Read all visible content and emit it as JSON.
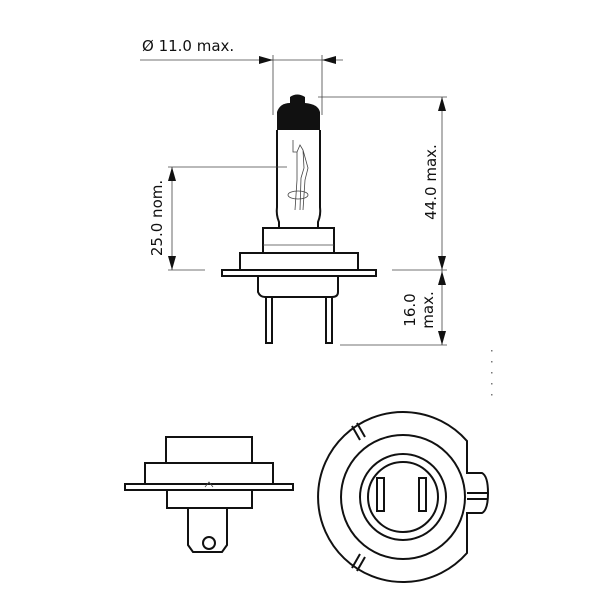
{
  "title": "Bulb dimension drawing",
  "dimensions": {
    "diameter": "Ø 11.0 max.",
    "overall_length": "44.0 max.",
    "light_center": "25.0 nom.",
    "pin_length_value": "16.0",
    "pin_length_suffix": "max."
  },
  "colors": {
    "line": "#111111",
    "cap": "#111111",
    "background": "#ffffff"
  }
}
